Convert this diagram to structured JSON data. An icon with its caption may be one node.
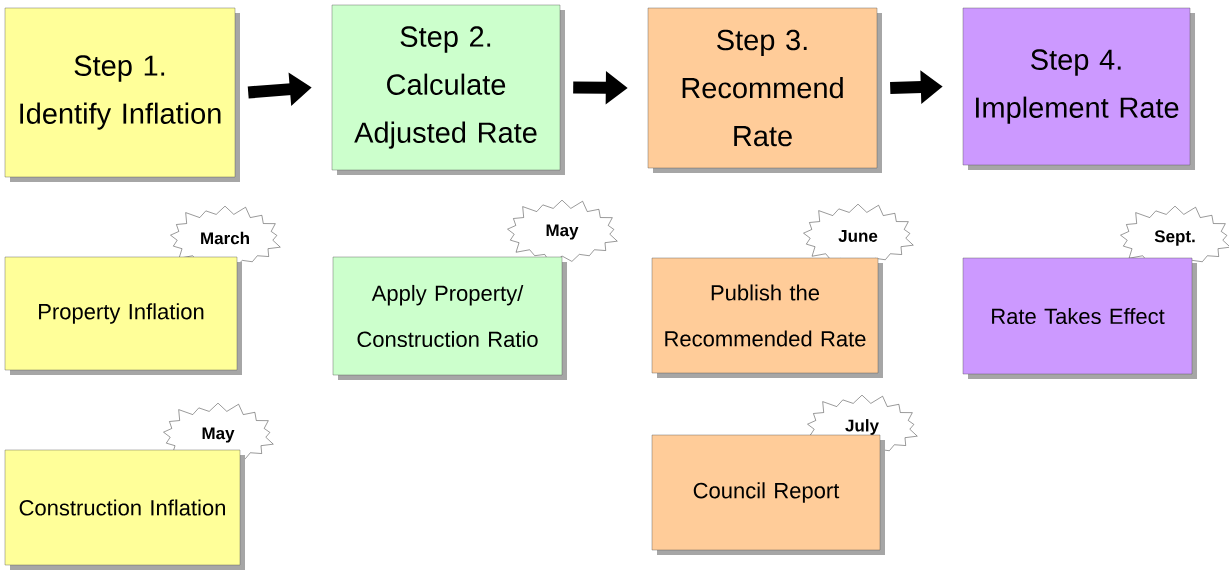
{
  "diagram": {
    "nodes": [
      {
        "text": [
          "Step 1.",
          "Identify Inflation"
        ]
      },
      {
        "text": [
          "Step 2.",
          "Calculate Adjusted Rate"
        ]
      },
      {
        "text": [
          "Step 3.",
          "Recommend Rate"
        ]
      },
      {
        "text": [
          "Step 4.",
          "Implement Rate"
        ]
      },
      {
        "text": [
          "March"
        ]
      },
      {
        "text": [
          "Property Inflation"
        ]
      },
      {
        "text": [
          "May"
        ]
      },
      {
        "text": [
          "Apply Property/ Construction Ratio"
        ]
      },
      {
        "text": [
          "June"
        ]
      },
      {
        "text": [
          "Publish the Recommended Rate"
        ]
      },
      {
        "text": [
          "Sept."
        ]
      },
      {
        "text": [
          "Rate Takes Effect"
        ]
      },
      {
        "text": [
          "May"
        ]
      },
      {
        "text": [
          "Construction Inflation"
        ]
      },
      {
        "text": [
          "July"
        ]
      },
      {
        "text": [
          "Council Report"
        ]
      }
    ],
    "edges": [
      {
        "from": 0,
        "to": 1,
        "arrow": "to"
      },
      {
        "from": 1,
        "to": 2,
        "arrow": "to"
      },
      {
        "from": 2,
        "to": 3,
        "arrow": "to"
      }
    ]
  }
}
